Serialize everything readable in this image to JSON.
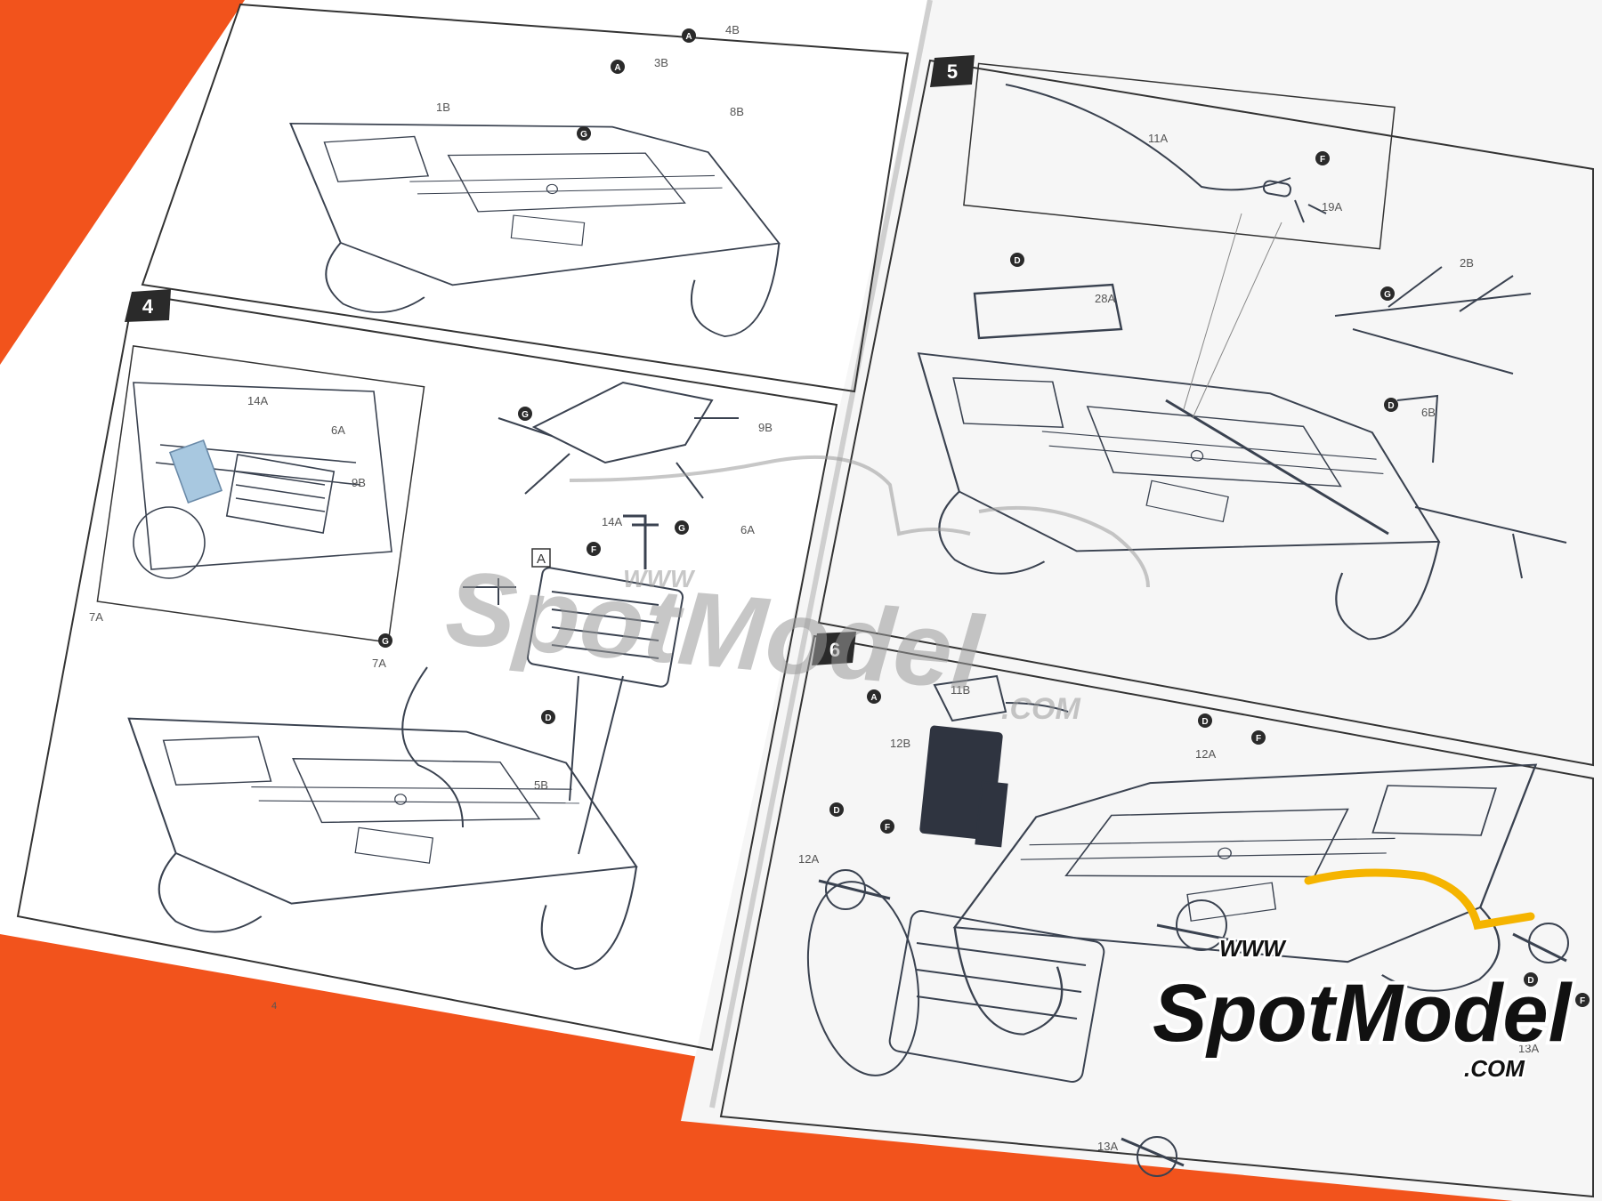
{
  "colors": {
    "background": "#f2531c",
    "paper": "#ffffff",
    "line_art": "#3a4250",
    "badge": "#2a2a2a",
    "watermark": "#9a9a9a",
    "logo_accent": "#f5b400"
  },
  "sheet": {
    "page_number": "4"
  },
  "steps": {
    "step4": "4",
    "step5": "5",
    "step6": "6"
  },
  "callouts": {
    "letter_a": "A",
    "letter_d": "D",
    "letter_f": "F",
    "letter_g": "G",
    "box_a": "A"
  },
  "part_labels": {
    "p1": "1B",
    "p3": "3B",
    "p4": "4B",
    "p8": "8B",
    "p14": "14A",
    "p6a": "6A",
    "p9": "9B",
    "p7a": "7A",
    "p5": "5B",
    "p11a": "11A",
    "p19": "19A",
    "p28": "28A",
    "p2": "2B",
    "p6b": "6B",
    "p11b": "11B",
    "p12b": "12B",
    "p12a": "12A",
    "p13": "13A"
  },
  "watermark": {
    "www": "WWW",
    "brand": "SpotModel",
    "domain": ".COM"
  },
  "logo": {
    "www": "WWW",
    "brand": "SpotModel",
    "domain": ".COM"
  }
}
